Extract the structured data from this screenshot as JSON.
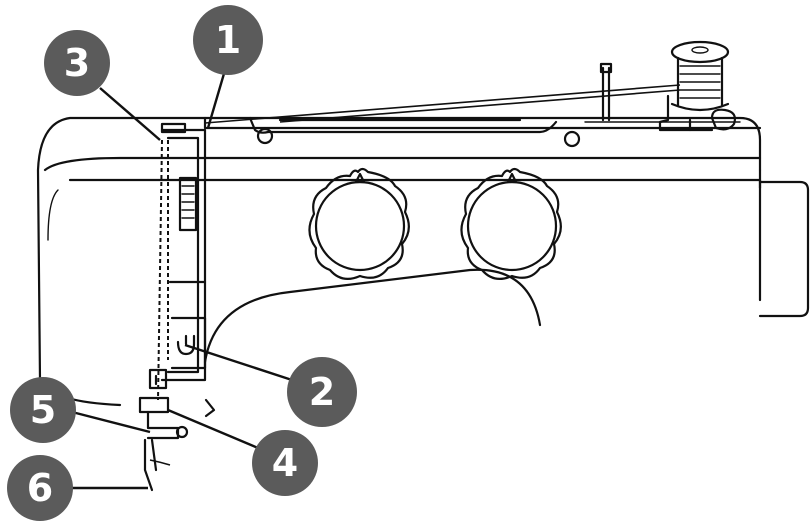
{
  "callouts": [
    {
      "id": "1",
      "label": "1"
    },
    {
      "id": "2",
      "label": "2"
    },
    {
      "id": "3",
      "label": "3"
    },
    {
      "id": "4",
      "label": "4"
    },
    {
      "id": "5",
      "label": "5"
    },
    {
      "id": "6",
      "label": "6"
    }
  ],
  "colors": {
    "callout_fill": "#5b5b5b",
    "callout_text": "#ffffff",
    "line": "#111111",
    "background": "#ffffff"
  }
}
